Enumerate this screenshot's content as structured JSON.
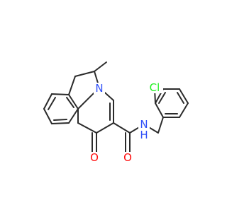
{
  "molecule": {
    "atoms": [
      {
        "id": "N_ring",
        "label": "N"
      },
      {
        "id": "N_amide",
        "label": "N"
      },
      {
        "id": "H_amide",
        "label": "H"
      },
      {
        "id": "O_ketone",
        "label": "O"
      },
      {
        "id": "O_amide",
        "label": "O"
      },
      {
        "id": "Cl",
        "label": "Cl"
      }
    ]
  },
  "colors": {
    "bond": "#2b2b2b",
    "nitrogen": "#3050f8",
    "oxygen": "#ff0d0d",
    "chlorine": "#1ff01f"
  }
}
